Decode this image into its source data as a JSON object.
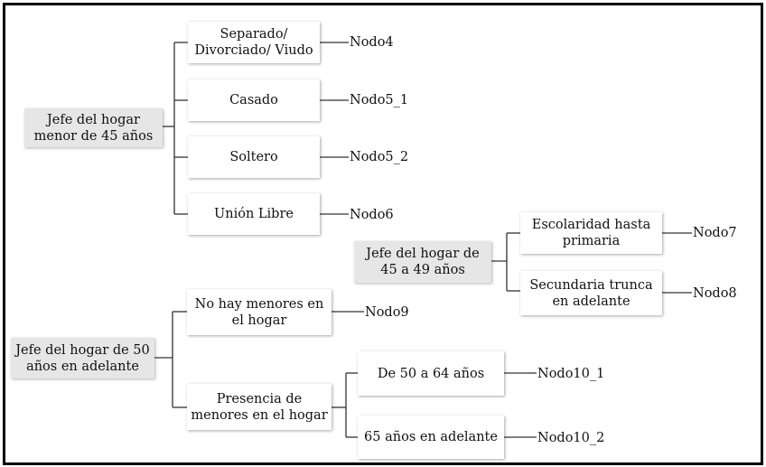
{
  "groups": {
    "g1": {
      "root": "Jefe del hogar\nmenor de 45 años",
      "children": [
        {
          "label": "Separado/\nDivorciado/ Viudo",
          "node": "Nodo4"
        },
        {
          "label": "Casado",
          "node": "Nodo5_1"
        },
        {
          "label": "Soltero",
          "node": "Nodo5_2"
        },
        {
          "label": "Unión Libre",
          "node": "Nodo6"
        }
      ]
    },
    "g2": {
      "root": "Jefe del hogar de\n45 a 49 años",
      "children": [
        {
          "label": "Escolaridad hasta\nprimaria",
          "node": "Nodo7"
        },
        {
          "label": "Secundaria trunca\nen adelante",
          "node": "Nodo8"
        }
      ]
    },
    "g3": {
      "root": "Jefe del hogar de 50\naños en adelante",
      "children": [
        {
          "label": "No hay menores en\nel hogar",
          "node": "Nodo9"
        },
        {
          "label": "Presencia de\nmenores en el hogar",
          "node": ""
        }
      ],
      "sub": [
        {
          "label": "De 50 a 64 años",
          "node": "Nodo10_1"
        },
        {
          "label": "65 años en adelante",
          "node": "Nodo10_2"
        }
      ]
    }
  }
}
